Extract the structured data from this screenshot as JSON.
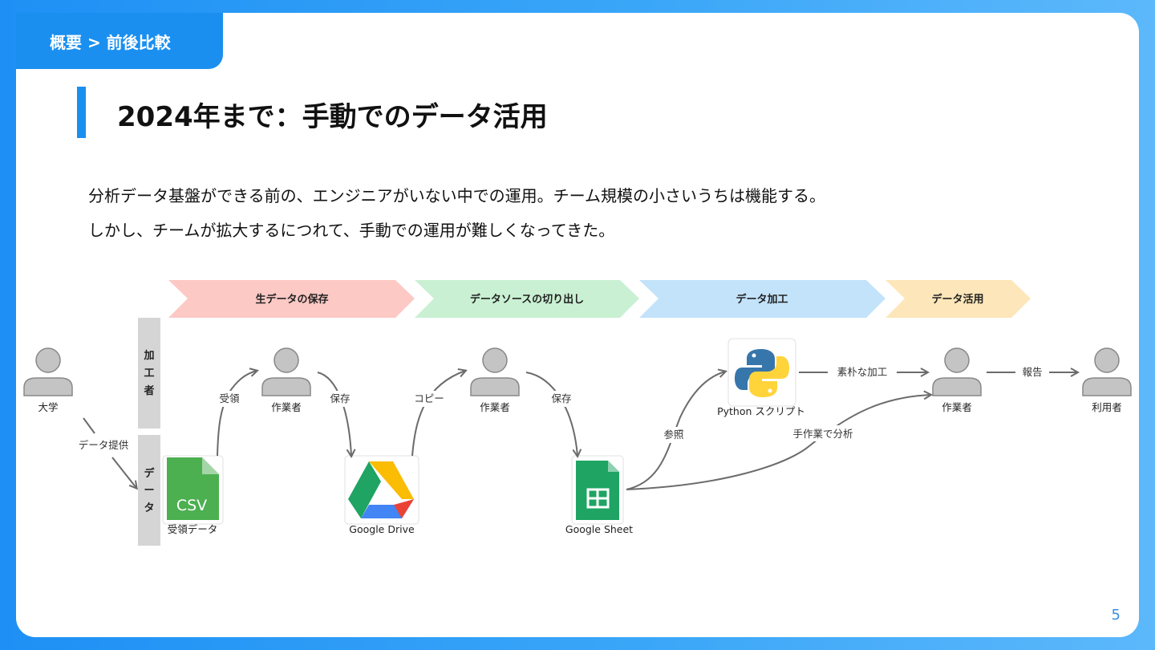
{
  "breadcrumb": "概要 > 前後比較",
  "title": "2024年まで：手動でのデータ活用",
  "description": [
    "分析データ基盤ができる前の、エンジニアがいない中での運用。チーム規模の小さいうちは機能する。",
    "しかし、チームが拡大するにつれて、手動での運用が難しくなってきた。"
  ],
  "stages": [
    "生データの保存",
    "データソースの切り出し",
    "データ加工",
    "データ活用"
  ],
  "stage_colors": [
    "#fcc9c4",
    "#c9f0d2",
    "#c3e3fa",
    "#fde6b9"
  ],
  "row_labels": {
    "process": [
      "加",
      "工",
      "者"
    ],
    "data": [
      "デ",
      "ー",
      "タ"
    ]
  },
  "actors": {
    "university": "大学",
    "worker1": "作業者",
    "worker2": "作業者",
    "worker3": "作業者",
    "user": "利用者"
  },
  "artifacts": {
    "csv_icon_text": "CSV",
    "csv": "受領データ",
    "drive": "Google Drive",
    "sheet": "Google Sheet",
    "python": "Python スクリプト"
  },
  "edges": {
    "provide": "データ提供",
    "receive": "受領",
    "save1": "保存",
    "copy": "コピー",
    "save2": "保存",
    "refer": "参照",
    "simple_process": "素朴な加工",
    "manual_analysis": "手作業で分析",
    "report": "報告"
  },
  "page_number": "5"
}
